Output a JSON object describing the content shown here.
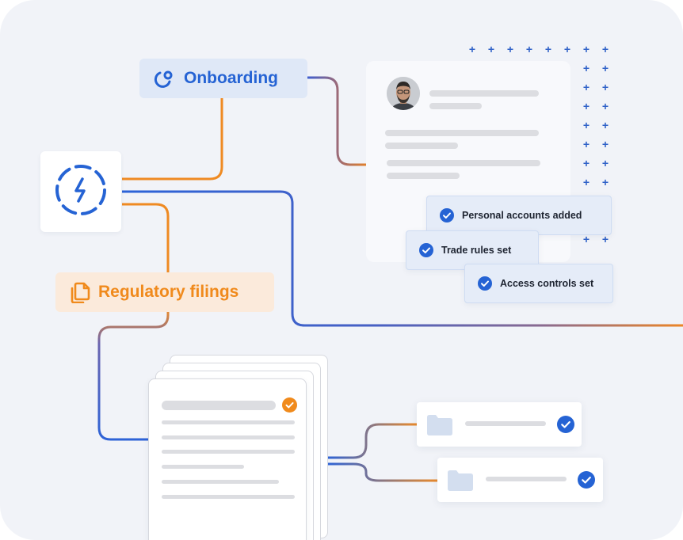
{
  "onboarding": {
    "label": "Onboarding",
    "icon": "onboarding-icon"
  },
  "regulatory": {
    "label": "Regulatory filings",
    "icon": "document-copy-icon"
  },
  "hub": {
    "icon": "lightning-icon"
  },
  "profile": {
    "avatar": "user-avatar"
  },
  "checks": [
    {
      "label": "Personal accounts added"
    },
    {
      "label": "Trade rules set"
    },
    {
      "label": "Access controls set"
    }
  ],
  "colors": {
    "blue": "#2563d4",
    "orange": "#f08a1c",
    "background": "#f1f3f8"
  }
}
